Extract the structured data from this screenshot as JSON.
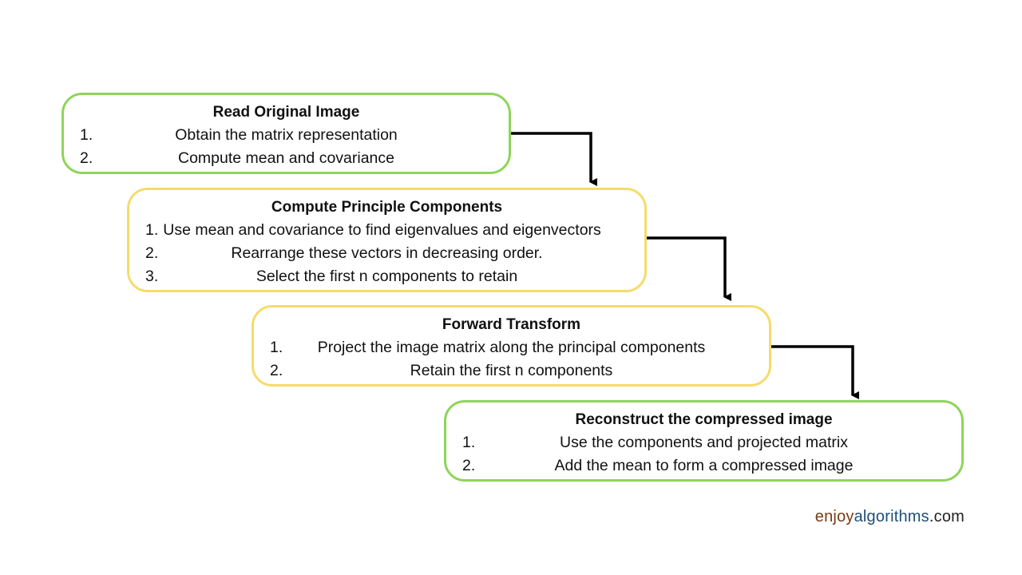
{
  "colors": {
    "green": "#8fd45a",
    "yellow": "#f5dc6a",
    "arrow": "#000000"
  },
  "steps": [
    {
      "title": "Read Original Image",
      "border": "green",
      "items": [
        {
          "num": "1.",
          "text": "Obtain the matrix representation"
        },
        {
          "num": "2.",
          "text": "Compute mean and covariance"
        }
      ]
    },
    {
      "title": "Compute Principle Components",
      "border": "yellow",
      "items": [
        {
          "num": "1.",
          "text": "Use mean and covariance to find eigenvalues and eigenvectors",
          "inline": true
        },
        {
          "num": "2.",
          "text": "Rearrange these vectors in decreasing order."
        },
        {
          "num": "3.",
          "text": "Select the first n components to retain"
        }
      ]
    },
    {
      "title": "Forward Transform",
      "border": "yellow",
      "items": [
        {
          "num": "1.",
          "text": "Project the image matrix along the principal components"
        },
        {
          "num": "2.",
          "text": "Retain the first n components"
        }
      ]
    },
    {
      "title": "Reconstruct the compressed image",
      "border": "green",
      "items": [
        {
          "num": "1.",
          "text": "Use the components and projected matrix"
        },
        {
          "num": "2.",
          "text": "Add the mean to form a compressed image"
        }
      ]
    }
  ],
  "brand": {
    "part1": "enjoy",
    "part2": "algorithms",
    "part3": ".com"
  }
}
